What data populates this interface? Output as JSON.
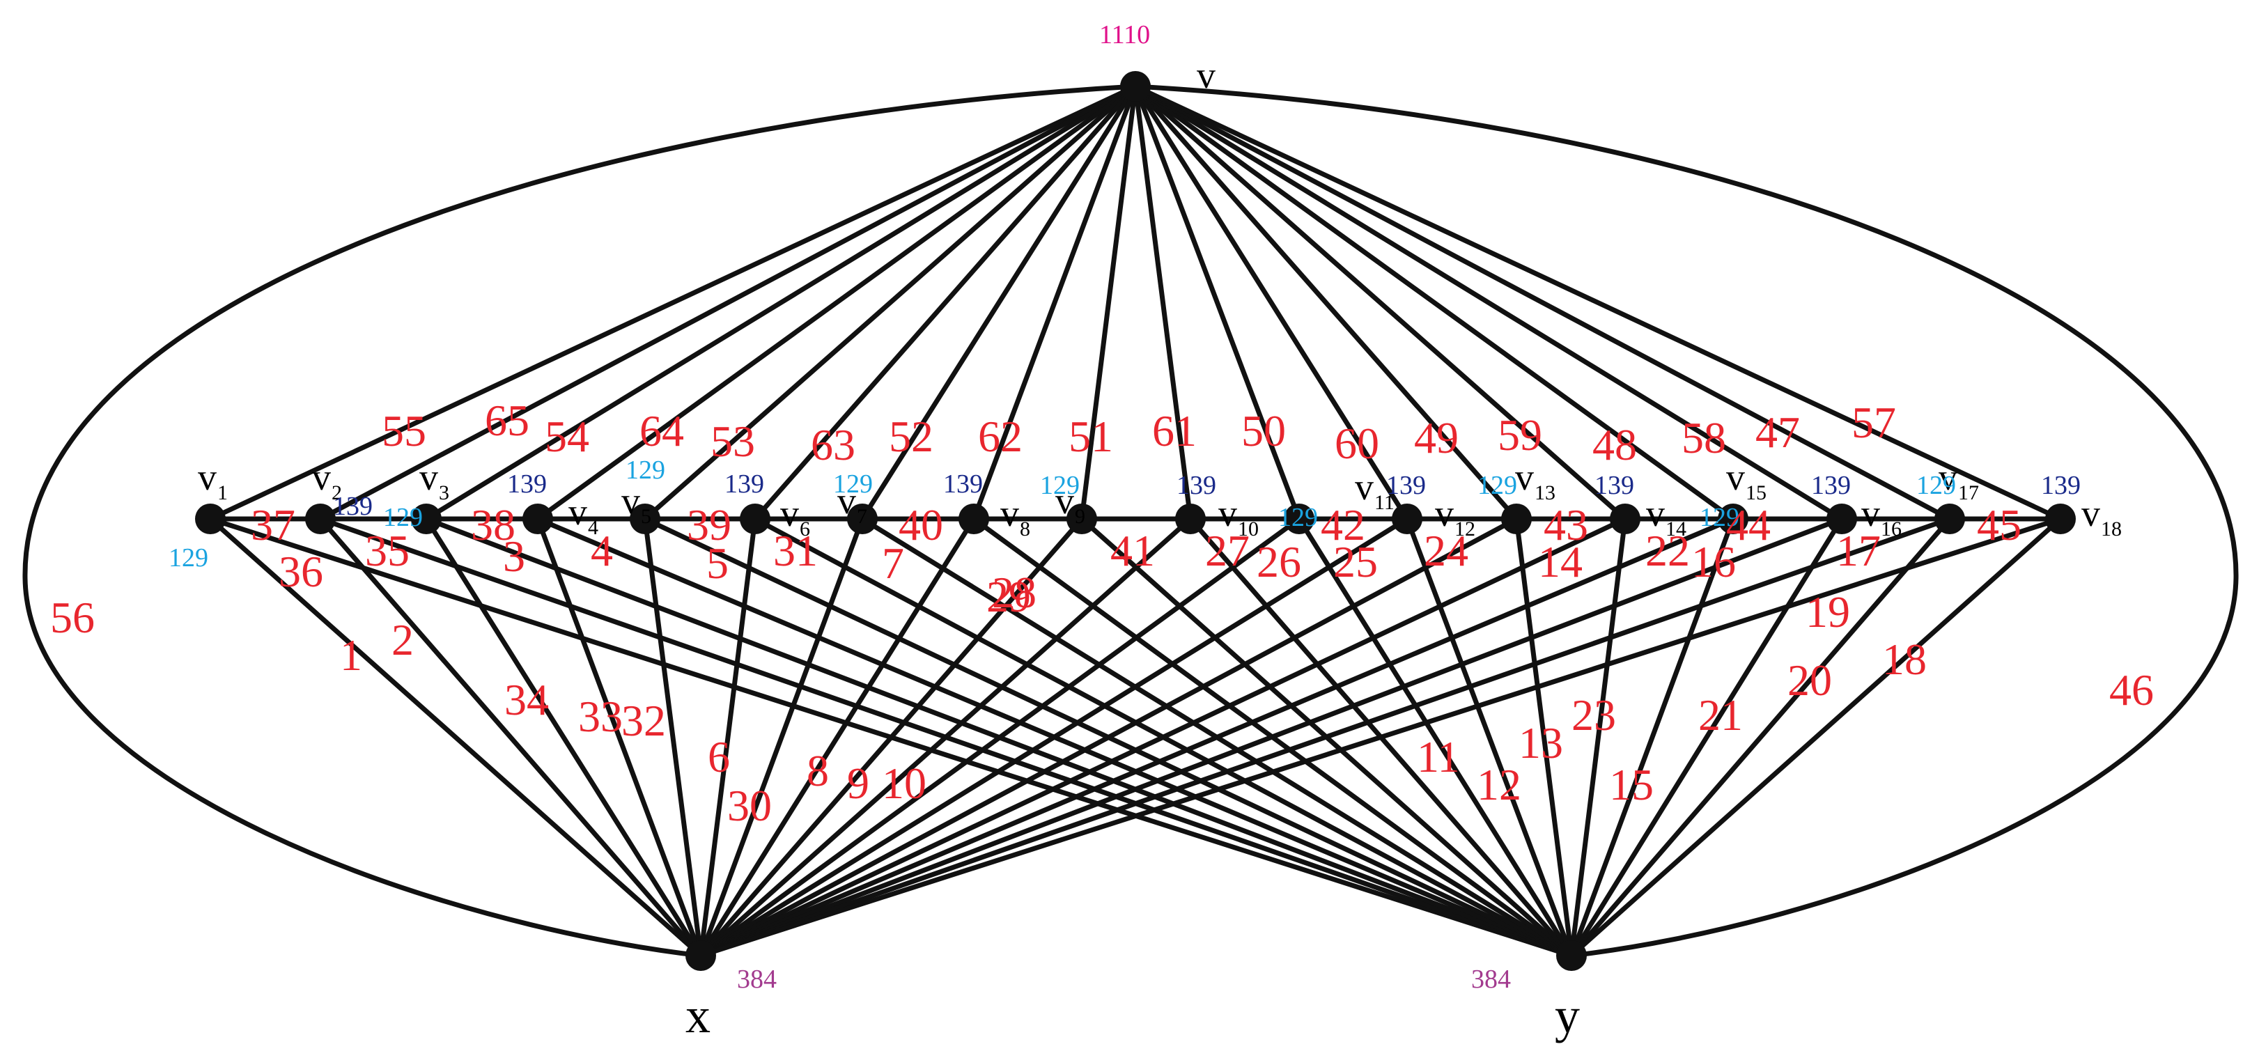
{
  "colors": {
    "edge_label": "#e8262e",
    "weight_129": "#1aa3e0",
    "weight_139": "#1a2a8a",
    "weight_top": "#e0118a",
    "weight_bottom": "#a23a8e"
  },
  "top_vertex": {
    "label": "v",
    "weight": "1110"
  },
  "bottom_vertices": [
    {
      "id": "x",
      "label": "x",
      "weight": "384"
    },
    {
      "id": "y",
      "label": "y",
      "weight": "384"
    }
  ],
  "path_vertices": [
    {
      "label": "v",
      "sub": "1",
      "weight": "129"
    },
    {
      "label": "v",
      "sub": "2",
      "weight": "139"
    },
    {
      "label": "v",
      "sub": "3",
      "weight": "129"
    },
    {
      "label": "v",
      "sub": "4",
      "weight": "139"
    },
    {
      "label": "v",
      "sub": "5",
      "weight": "129"
    },
    {
      "label": "v",
      "sub": "6",
      "weight": "139"
    },
    {
      "label": "v",
      "sub": "7",
      "weight": "129"
    },
    {
      "label": "v",
      "sub": "8",
      "weight": "139"
    },
    {
      "label": "v",
      "sub": "9",
      "weight": "129"
    },
    {
      "label": "v",
      "sub": "10",
      "weight": "139"
    },
    {
      "label": "v",
      "sub": "11",
      "weight": "129"
    },
    {
      "label": "v",
      "sub": "12",
      "weight": "139"
    },
    {
      "label": "v",
      "sub": "13",
      "weight": "129"
    },
    {
      "label": "v",
      "sub": "14",
      "weight": "139"
    },
    {
      "label": "v",
      "sub": "15",
      "weight": "129"
    },
    {
      "label": "v",
      "sub": "16",
      "weight": "139"
    },
    {
      "label": "v",
      "sub": "17",
      "weight": "129"
    },
    {
      "label": "v",
      "sub": "18",
      "weight": "139"
    }
  ],
  "path_edge_labels": [
    "37",
    "35",
    "38",
    "4",
    "39",
    "31",
    "40",
    "29",
    "41",
    "27",
    "42",
    "24",
    "43",
    "22",
    "44",
    "17",
    "45"
  ],
  "top_edge_labels": [
    "55",
    "65",
    "54",
    "64",
    "53",
    "63",
    "52",
    "62",
    "51",
    "61",
    "50",
    "60",
    "49",
    "59",
    "48",
    "58",
    "47",
    "57"
  ],
  "outer_edge_labels": [
    "56",
    "46"
  ],
  "cross_edge_labels": [
    "36",
    "1",
    "2",
    "34",
    "33",
    "3",
    "32",
    "5",
    "6",
    "30",
    "7",
    "8",
    "9",
    "10",
    "28",
    "26",
    "25",
    "14",
    "16",
    "19",
    "11",
    "12",
    "13",
    "23",
    "15",
    "21",
    "20",
    "18"
  ]
}
